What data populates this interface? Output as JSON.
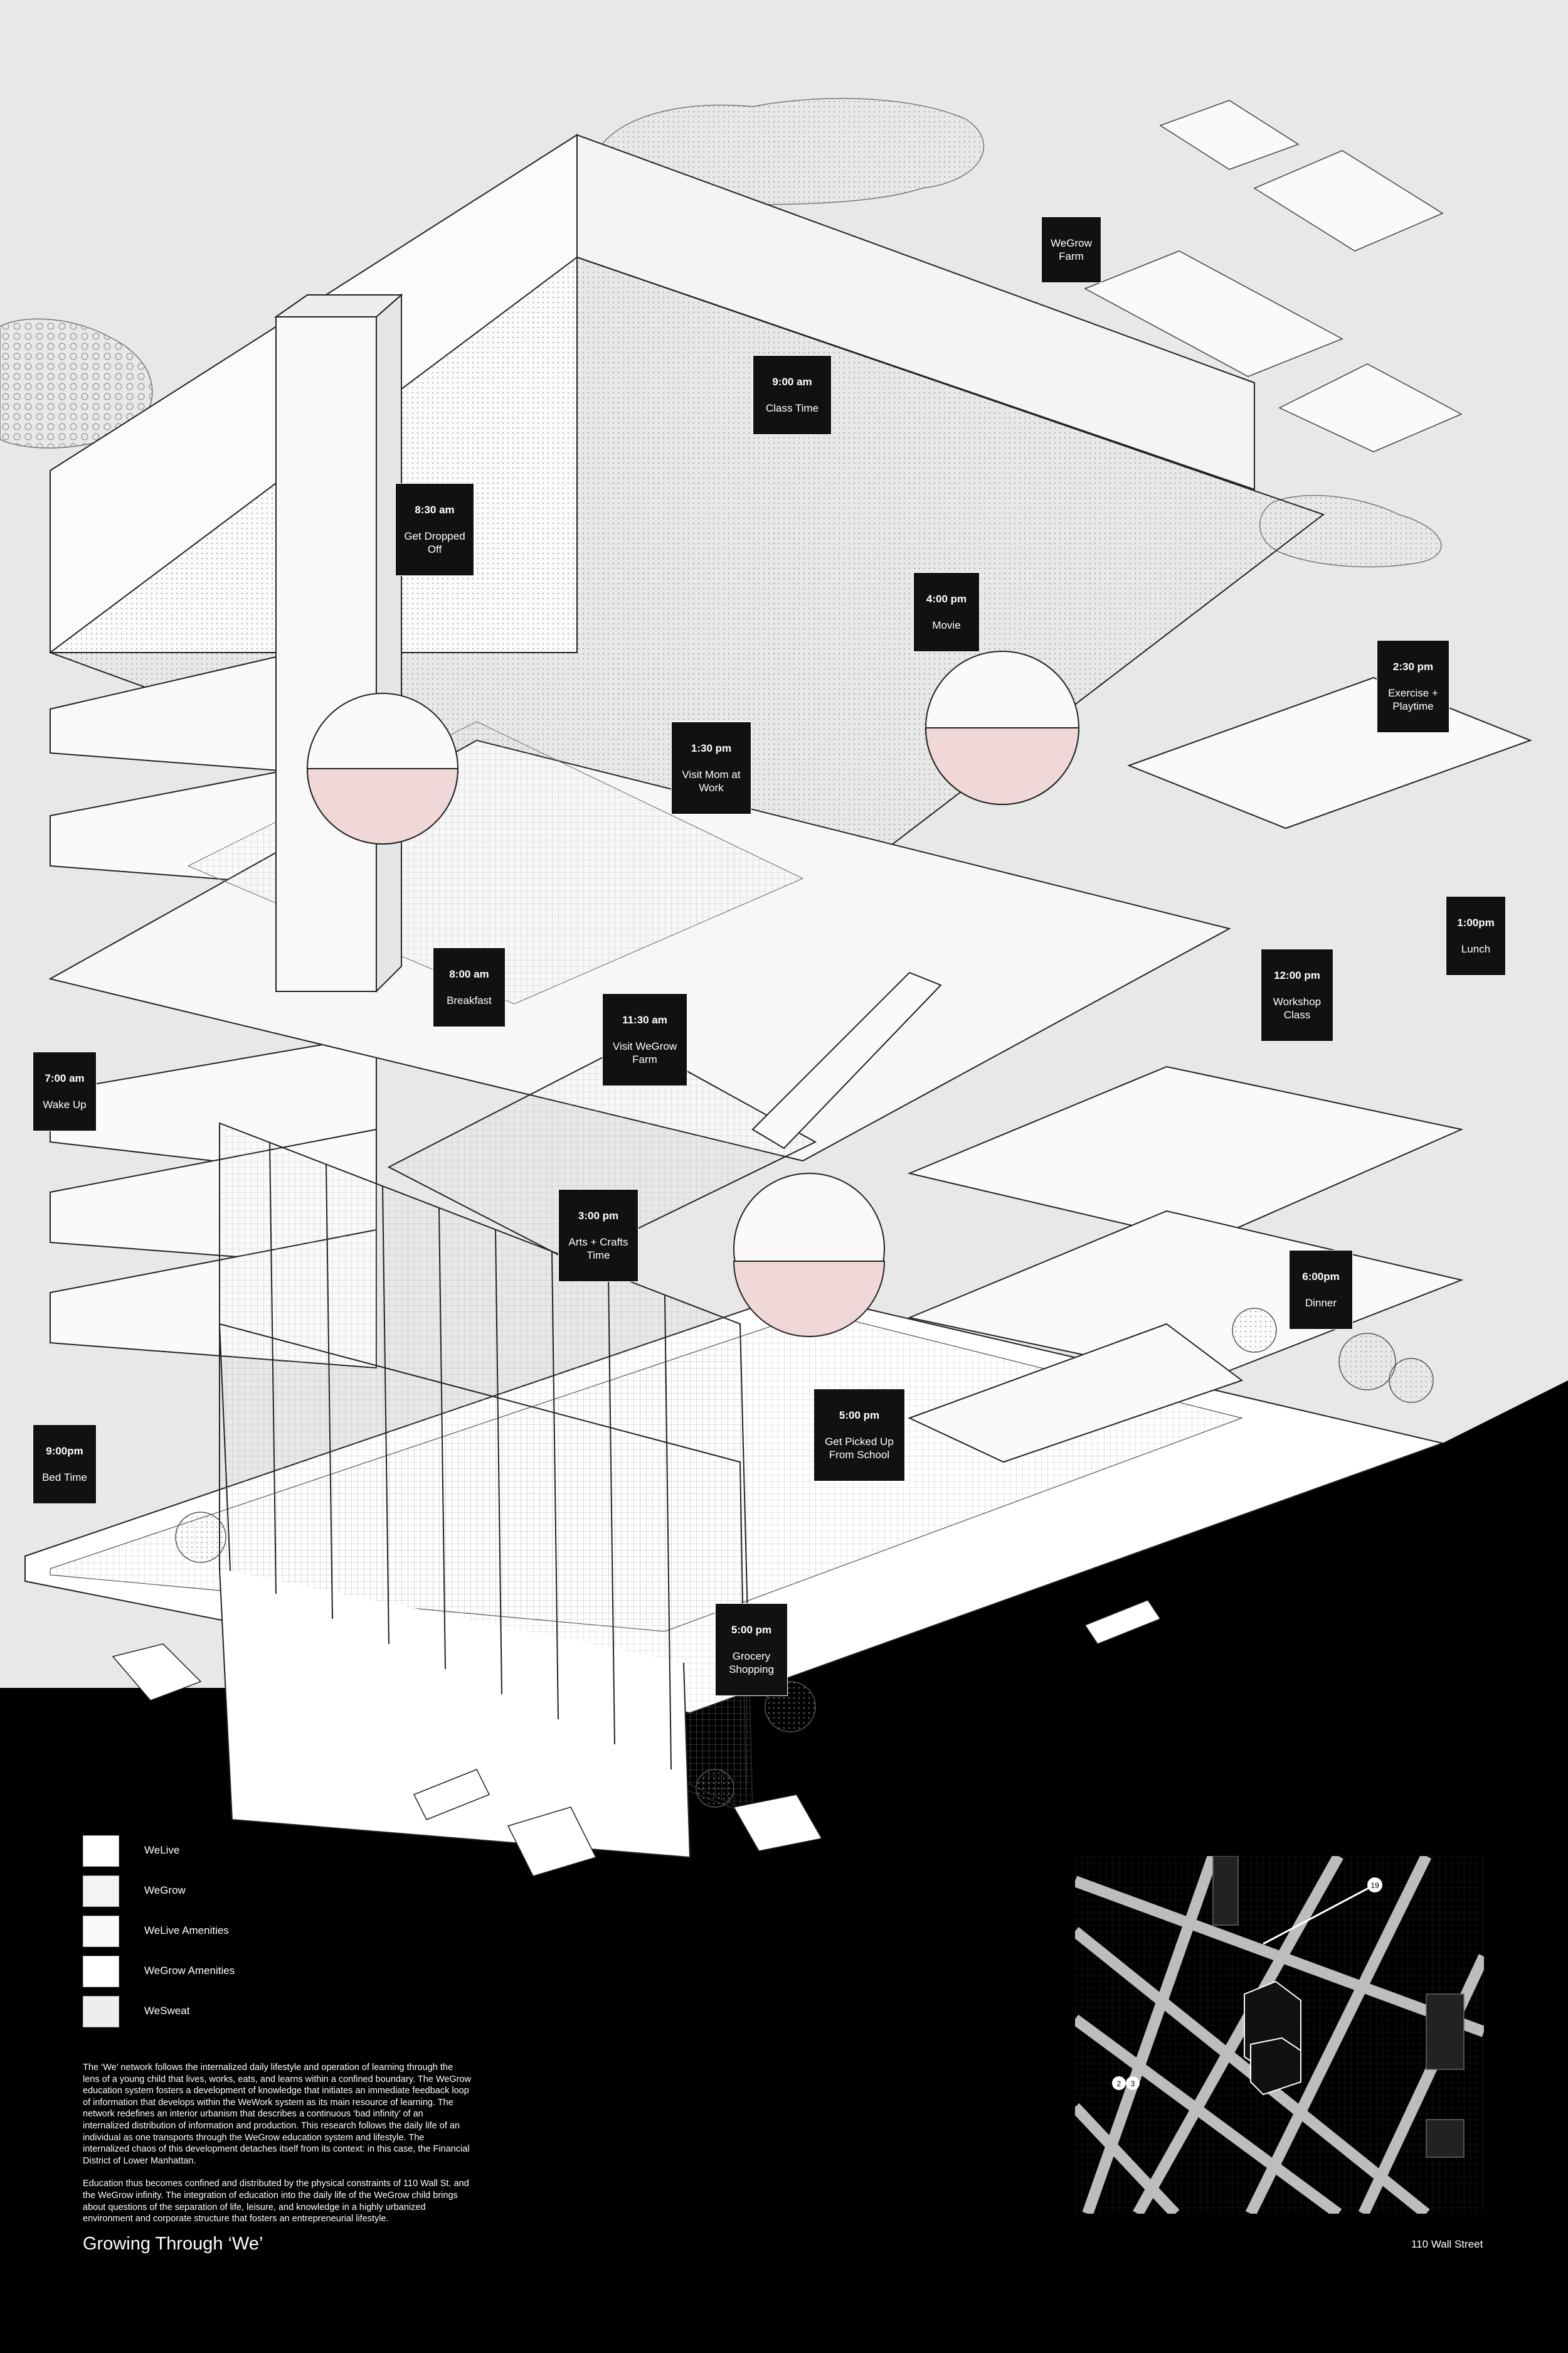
{
  "tags": [
    {
      "id": "farm",
      "time": "",
      "activity": "WeGrow\nFarm"
    },
    {
      "id": "class",
      "time": "9:00 am",
      "activity": "Class Time"
    },
    {
      "id": "drop",
      "time": "8:30 am",
      "activity": "Get Dropped\nOff"
    },
    {
      "id": "movie",
      "time": "4:00 pm",
      "activity": "Movie"
    },
    {
      "id": "exercise",
      "time": "2:30 pm",
      "activity": "Exercise +\nPlaytime"
    },
    {
      "id": "mom",
      "time": "1:30 pm",
      "activity": "Visit Mom at\nWork"
    },
    {
      "id": "lunch",
      "time": "1:00pm",
      "activity": "Lunch"
    },
    {
      "id": "breakfast",
      "time": "8:00 am",
      "activity": "Breakfast"
    },
    {
      "id": "workshop",
      "time": "12:00 pm",
      "activity": "Workshop\nClass"
    },
    {
      "id": "visitfarm",
      "time": "11:30 am",
      "activity": "Visit WeGrow\nFarm"
    },
    {
      "id": "wake",
      "time": "7:00 am",
      "activity": "Wake Up"
    },
    {
      "id": "arts",
      "time": "3:00 pm",
      "activity": "Arts + Crafts\nTime"
    },
    {
      "id": "dinner",
      "time": "6:00pm",
      "activity": "Dinner"
    },
    {
      "id": "pickup",
      "time": "5:00 pm",
      "activity": "Get Picked Up\nFrom School"
    },
    {
      "id": "bed",
      "time": "9:00pm",
      "activity": "Bed Time"
    },
    {
      "id": "grocery",
      "time": "5:00 pm",
      "activity": "Grocery\nShopping"
    }
  ],
  "legend": [
    "WeLive",
    "WeGrow",
    "WeLive Amenities",
    "WeGrow Amenities",
    "WeSweat"
  ],
  "description": [
    "The ‘We’ network follows the internalized daily lifestyle and operation of learning through the lens of a young child that lives, works, eats, and learns within a confined boundary. The WeGrow education system fosters a development of knowledge that initiates an immediate feedback loop of information that develops within the WeWork system as its main resource of learning. The network redefines an interior urbanism that describes a continuous ‘bad infinity’ of an internalized distribution of information and production. This research follows the daily life of an individual as one transports through the WeGrow education system and lifestyle. The internalized chaos of this development detaches itself from its context: in this case, the Financial District of Lower Manhattan.",
    "Education thus becomes confined and distributed by the physical constraints of 110 Wall St. and the WeGrow infinity. The integration of education into the daily life of the WeGrow child brings about questions of the separation of life, leisure, and knowledge in a highly urbanized environment and corporate structure that fosters an entrepreneurial lifestyle."
  ],
  "title": "Growing Through ‘We’",
  "address": "110 Wall Street",
  "map_markers": [
    "19",
    "2",
    "3"
  ],
  "colors": {
    "background": "#e9e8e8",
    "black": "#000000",
    "pink": "#f0d8d8"
  }
}
